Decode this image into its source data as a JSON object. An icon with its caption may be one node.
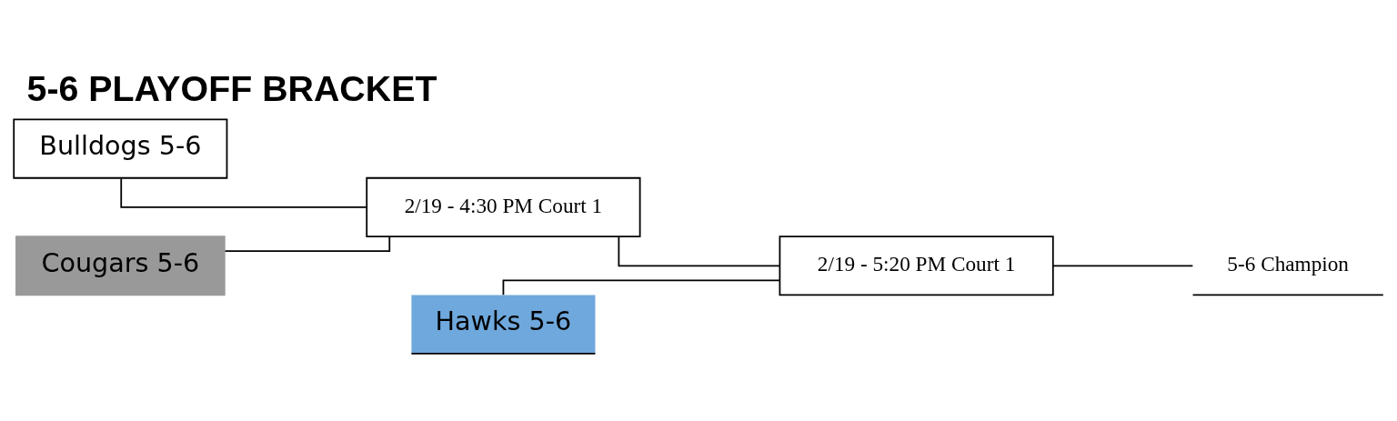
{
  "diagram": {
    "title": "5-6 PLAYOFF BRACKET",
    "nodes": [
      {
        "text": [
          "Bulldogs 5-6"
        ]
      },
      {
        "text": [
          "Cougars 5-6"
        ]
      },
      {
        "text": [
          "2/19 - 4:30 PM Court 1"
        ]
      },
      {
        "text": [
          "Hawks 5-6"
        ]
      },
      {
        "text": [
          "2/19 - 5:20 PM Court 1"
        ]
      },
      {
        "text": [
          "5-6 Champion"
        ]
      }
    ],
    "edges": [
      {
        "from": 0,
        "to": 2,
        "arrow": "none"
      },
      {
        "from": 1,
        "to": 2,
        "arrow": "none"
      },
      {
        "from": 2,
        "to": 4,
        "arrow": "none"
      },
      {
        "from": 3,
        "to": 4,
        "arrow": "none"
      },
      {
        "from": 4,
        "to": 5,
        "arrow": "none"
      }
    ]
  }
}
